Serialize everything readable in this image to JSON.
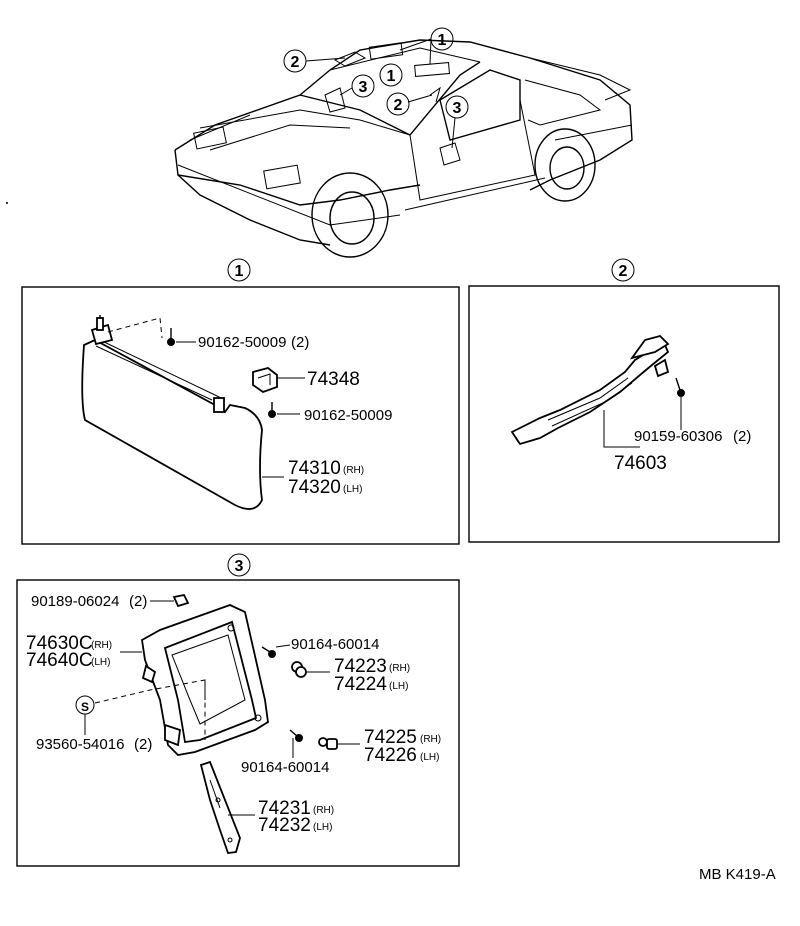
{
  "callouts": {
    "c1": "1",
    "c2": "2",
    "c3": "3",
    "s": "S"
  },
  "panel1": {
    "bolt_a": "90162-50009",
    "bolt_a_qty": "(2)",
    "holder": "74348",
    "bolt_b": "90162-50009",
    "visor_rh": "74310",
    "visor_lh": "74320",
    "rh": "(RH)",
    "lh": "(LH)"
  },
  "panel2": {
    "screw": "90159-60306",
    "screw_qty": "(2)",
    "grip": "74603"
  },
  "panel3": {
    "clip_top": "90189-06024",
    "clip_top_qty": "(2)",
    "frame_rh": "74630C",
    "frame_lh": "74640C",
    "screw_top": "90164-60014",
    "knob_rh": "74223",
    "knob_lh": "74224",
    "clip_s": "93560-54016",
    "clip_s_qty": "(2)",
    "screw_bottom": "90164-60014",
    "cap_rh": "74225",
    "cap_lh": "74226",
    "plate_rh": "74231",
    "plate_lh": "74232",
    "rh": "(RH)",
    "lh": "(LH)"
  },
  "footer_code": "MB  K419-A"
}
